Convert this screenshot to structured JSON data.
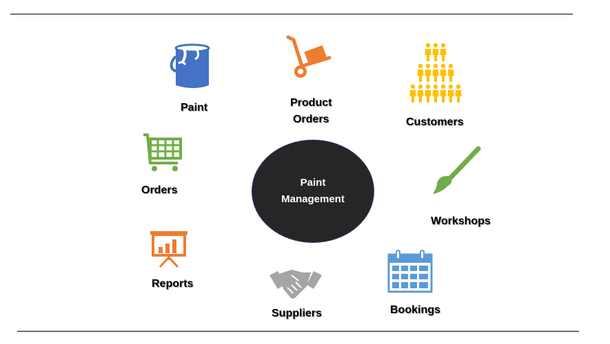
{
  "center": {
    "line1": "Paint",
    "line2": "Management"
  },
  "nodes": {
    "paint": {
      "label": "Paint",
      "icon": "paint-bucket-icon",
      "color": "#4472c4"
    },
    "product_orders": {
      "line1": "Product",
      "line2": "Orders",
      "icon": "hand-truck-icon",
      "color": "#ed7d31"
    },
    "customers": {
      "label": "Customers",
      "icon": "people-pyramid-icon",
      "color": "#ffc000"
    },
    "orders": {
      "label": "Orders",
      "icon": "shopping-cart-icon",
      "color": "#70ad47"
    },
    "workshops": {
      "label": "Workshops",
      "icon": "paintbrush-icon",
      "color": "#70ad47"
    },
    "reports": {
      "label": "Reports",
      "icon": "presentation-chart-icon",
      "color": "#ed7d31"
    },
    "suppliers": {
      "label": "Suppliers",
      "icon": "handshake-icon",
      "color": "#a5a5a5"
    },
    "bookings": {
      "label": "Bookings",
      "icon": "calendar-icon",
      "color": "#5b9bd5"
    }
  }
}
